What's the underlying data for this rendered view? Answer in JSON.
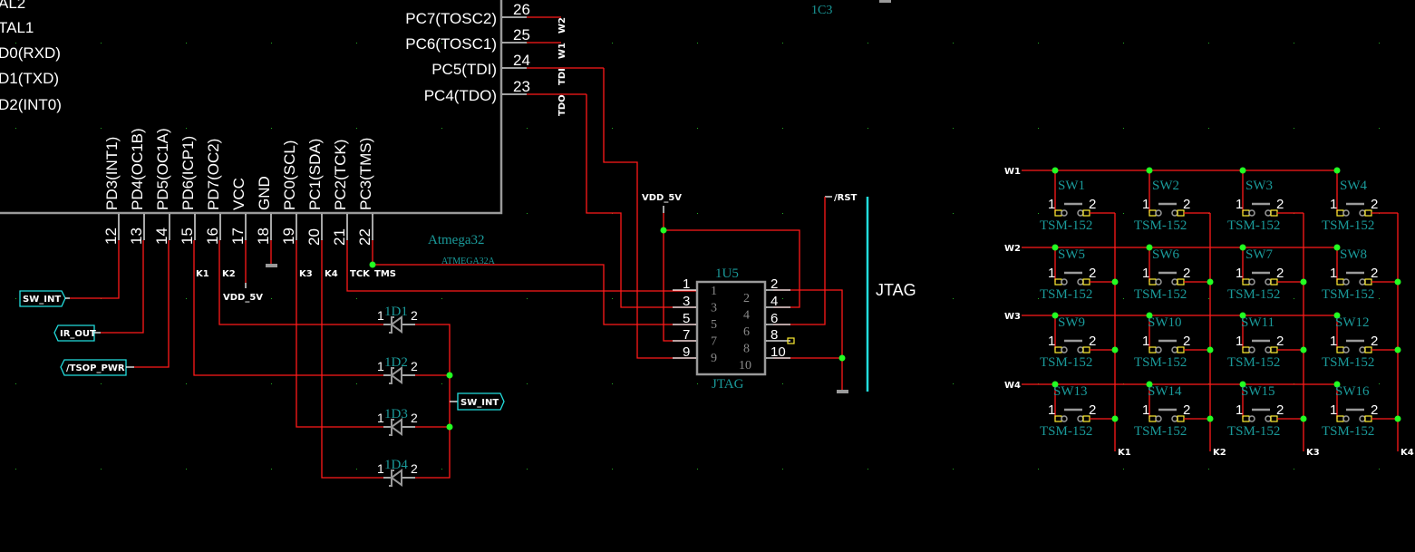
{
  "mcu": {
    "ref": "Atmega32",
    "value": "ATMEGA32A",
    "left_pins_partial": [
      "AL2",
      "TAL1",
      "D0(RXD)",
      "D1(TXD)",
      "D2(INT0)"
    ],
    "right_pins": [
      {
        "name": "PC7(TOSC2)",
        "num": "26",
        "net": "W2"
      },
      {
        "name": "PC6(TOSC1)",
        "num": "25",
        "net": "W1"
      },
      {
        "name": "PC5(TDI)",
        "num": "24",
        "net": "TDI"
      },
      {
        "name": "PC4(TDO)",
        "num": "23",
        "net": "TDO"
      }
    ],
    "bottom_pins": [
      {
        "name": "PD3(INT1)",
        "num": "12"
      },
      {
        "name": "PD4(OC1B)",
        "num": "13"
      },
      {
        "name": "PD5(OC1A)",
        "num": "14"
      },
      {
        "name": "PD6(ICP1)",
        "num": "15"
      },
      {
        "name": "PD7(OC2)",
        "num": "16"
      },
      {
        "name": "VCC",
        "num": "17"
      },
      {
        "name": "GND",
        "num": "18"
      },
      {
        "name": "PC0(SCL)",
        "num": "19"
      },
      {
        "name": "PC1(SDA)",
        "num": "20"
      },
      {
        "name": "PC2(TCK)",
        "num": "21"
      },
      {
        "name": "PC3(TMS)",
        "num": "22"
      }
    ],
    "bottom_nets": [
      "K1",
      "K2",
      "K3",
      "K4",
      "TCK",
      "TMS"
    ]
  },
  "ports": {
    "sw_int_left": "SW_INT",
    "ir_out": "IR_OUT",
    "tsop_pwr": "/TSOP_PWR",
    "sw_int_right": "SW_INT"
  },
  "power": {
    "vdd1": "VDD_5V",
    "vdd2": "VDD_5V",
    "rst": "/RST"
  },
  "diodes": [
    {
      "ref": "1D1",
      "p1": "1",
      "p2": "2"
    },
    {
      "ref": "1D2",
      "p1": "1",
      "p2": "2"
    },
    {
      "ref": "1D3",
      "p1": "1",
      "p2": "2"
    },
    {
      "ref": "1D4",
      "p1": "1",
      "p2": "2"
    }
  ],
  "jtag": {
    "ref": "1U5",
    "value": "JTAG",
    "title": "JTAG",
    "left_pins": [
      "1",
      "3",
      "5",
      "7",
      "9"
    ],
    "right_pins": [
      "2",
      "4",
      "6",
      "8",
      "10"
    ],
    "inner_left": [
      "1",
      "3",
      "5",
      "7",
      "9"
    ],
    "inner_right": [
      "2",
      "4",
      "6",
      "8",
      "10"
    ]
  },
  "top_ref": "1C3",
  "keypad": {
    "rows": [
      "W1",
      "W2",
      "W3",
      "W4"
    ],
    "cols": [
      "K1",
      "K2",
      "K3",
      "K4"
    ],
    "switches": [
      {
        "ref": "SW1",
        "part": "TSM-152"
      },
      {
        "ref": "SW2",
        "part": "TSM-152"
      },
      {
        "ref": "SW3",
        "part": "TSM-152"
      },
      {
        "ref": "SW4",
        "part": "TSM-152"
      },
      {
        "ref": "SW5",
        "part": "TSM-152"
      },
      {
        "ref": "SW6",
        "part": "TSM-152"
      },
      {
        "ref": "SW7",
        "part": "TSM-152"
      },
      {
        "ref": "SW8",
        "part": "TSM-152"
      },
      {
        "ref": "SW9",
        "part": "TSM-152"
      },
      {
        "ref": "SW10",
        "part": "TSM-152"
      },
      {
        "ref": "SW11",
        "part": "TSM-152"
      },
      {
        "ref": "SW12",
        "part": "TSM-152"
      },
      {
        "ref": "SW13",
        "part": "TSM-152"
      },
      {
        "ref": "SW14",
        "part": "TSM-152"
      },
      {
        "ref": "SW15",
        "part": "TSM-152"
      },
      {
        "ref": "SW16",
        "part": "TSM-152"
      }
    ],
    "pin1": "1",
    "pin2": "2"
  }
}
